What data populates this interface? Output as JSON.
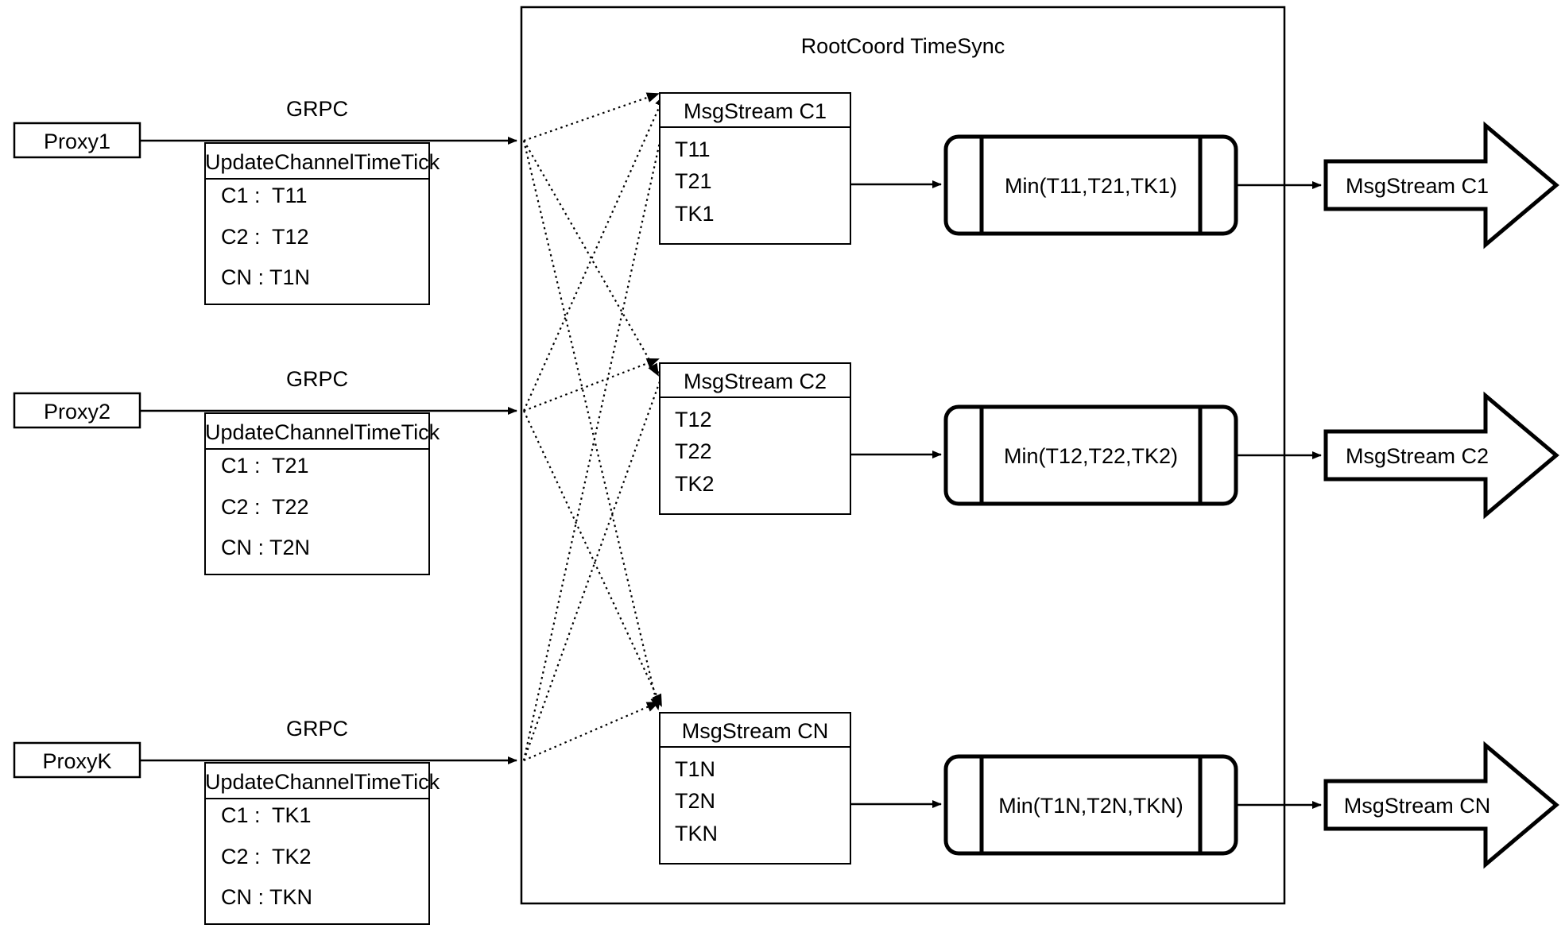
{
  "diagram": {
    "title": "RootCoord TimeSync",
    "container_label": "RootCoord TimeSync",
    "proxy_rows": [
      {
        "proxy_label": "Proxy1",
        "link_label": "GRPC",
        "rpc_header": "UpdateChannelTimeTick",
        "rpc_rows": [
          "C1 :  T11",
          "C2 :  T12",
          "CN : T1N"
        ]
      },
      {
        "proxy_label": "Proxy2",
        "link_label": "GRPC",
        "rpc_header": "UpdateChannelTimeTick",
        "rpc_rows": [
          "C1 :  T21",
          "C2 :  T22",
          "CN : T2N"
        ]
      },
      {
        "proxy_label": "ProxyK",
        "link_label": "GRPC",
        "rpc_header": "UpdateChannelTimeTick",
        "rpc_rows": [
          "C1 :  TK1",
          "C2 :  TK2",
          "CN : TKN"
        ]
      }
    ],
    "channels": [
      {
        "stream_header": "MsgStream C1",
        "stream_rows": [
          "T11",
          "T21",
          "TK1"
        ],
        "min_label": "Min(T11,T21,TK1)",
        "output_label": "MsgStream C1"
      },
      {
        "stream_header": "MsgStream C2",
        "stream_rows": [
          "T12",
          "T22",
          "TK2"
        ],
        "min_label": "Min(T12,T22,TK2)",
        "output_label": "MsgStream C2"
      },
      {
        "stream_header": "MsgStream CN",
        "stream_rows": [
          "T1N",
          "T2N",
          "TKN"
        ],
        "min_label": "Min(T1N,T2N,TKN)",
        "output_label": "MsgStream CN"
      }
    ],
    "colors": {
      "stroke": "#000000",
      "fill": "#ffffff",
      "text": "#000000"
    }
  }
}
